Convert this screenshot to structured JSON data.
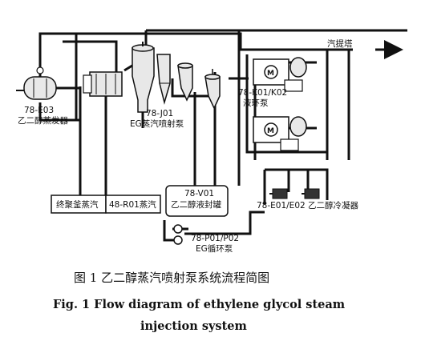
{
  "equipment": {
    "evaporator_label": "78-E03\n乙二醇蒸发器",
    "ejector_label": "78-J01\nEG蒸汽喷射泵",
    "ring_pump_label": "78-K01/K02\n液环泵",
    "stripper_label": "汽提塔",
    "seal_tank_label": "78-V01\n乙二醇液封罐",
    "condenser_label": "78-E01/E02 乙二醇冷凝器",
    "circ_pump_label": "78-P01/P02\nEG循环泵",
    "final_poly_steam": "终聚釜蒸汽",
    "r01_steam": "48-R01蒸汽"
  },
  "caption": {
    "cn": "图 1   乙二醇蒸汽喷射泵系统流程简图",
    "en_line1": "Fig. 1   Flow diagram of ethylene glycol steam",
    "en_line2": "injection system"
  }
}
